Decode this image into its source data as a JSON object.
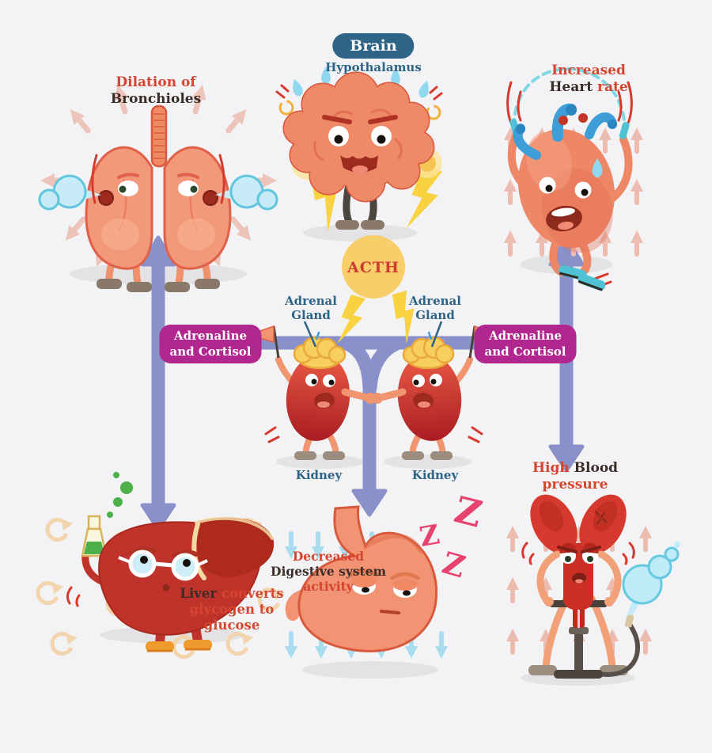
{
  "diagram_title": "Stress response flow diagram",
  "palette": {
    "background": "#f3f3f5",
    "red_text": "#d5452f",
    "dark_text": "#3a2d28",
    "blue_text": "#2d6486",
    "brain_badge": "#2e6586",
    "hormone_badge": "#b1278f",
    "flow_arrow": "#8a90ca",
    "acth_circle": "#f8ce6b",
    "lightning": "#f9d23f"
  },
  "nodes": {
    "brain": {
      "badge": "Brain",
      "sublabel": "Hypothalamus"
    },
    "lungs": {
      "line1": "Dilation of",
      "line2": "Bronchioles"
    },
    "heart": {
      "line1": "Increased",
      "line2_dark": "Heart",
      "line2_red": "rate"
    },
    "acth": {
      "label": "ACTH"
    },
    "adrenal_left": {
      "line1": "Adrenal",
      "line2": "Gland"
    },
    "adrenal_right": {
      "line1": "Adrenal",
      "line2": "Gland"
    },
    "hormone_left": {
      "line1": "Adrenaline",
      "line2": "and Cortisol"
    },
    "hormone_right": {
      "line1": "Adrenaline",
      "line2": "and Cortisol"
    },
    "kidney_left": {
      "label": "Kidney"
    },
    "kidney_right": {
      "label": "Kidney"
    },
    "liver": {
      "dark": "Liver",
      "red1": "converts",
      "red2": "glycogen to",
      "red3": "glucose"
    },
    "stomach": {
      "line1": "Decreased",
      "line2": "Digestive system",
      "line3": "activity",
      "z1": "Z",
      "z2": "Z",
      "z3": "Z"
    },
    "blood_pressure": {
      "red1": "High",
      "dark": "Blood",
      "red2": "pressure"
    }
  }
}
